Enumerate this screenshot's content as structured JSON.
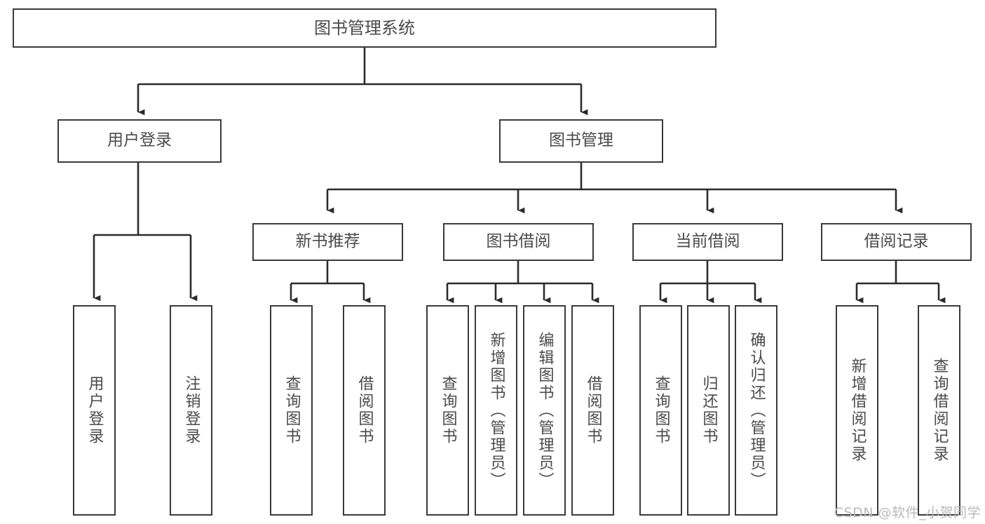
{
  "diagram": {
    "title": "图书管理系统",
    "type": "tree-hierarchy",
    "orientation": "top-down",
    "watermark": "CSDN @软件_小贺同学",
    "colors": {
      "background": "#ffffff",
      "box_border": "#3a3a3a",
      "box_fill": "#ffffff",
      "text": "#4a4a4a",
      "edge": "#2b2b2b",
      "watermark": "#b9b9b9"
    }
  },
  "nodes": {
    "root": {
      "label": "图书管理系统"
    },
    "level2": [
      {
        "id": "user-login",
        "label": "用户登录"
      },
      {
        "id": "book-manage",
        "label": "图书管理"
      }
    ],
    "level3": [
      {
        "id": "new-book-recommend",
        "label": "新书推荐"
      },
      {
        "id": "book-borrow",
        "label": "图书借阅"
      },
      {
        "id": "current-borrow",
        "label": "当前借阅"
      },
      {
        "id": "borrow-record",
        "label": "借阅记录"
      }
    ],
    "leaves": {
      "user_login": [
        {
          "id": "leaf-user-login",
          "label": "用户登录"
        },
        {
          "id": "leaf-logout-login",
          "label": "注销登录"
        }
      ],
      "new_book_recommend": [
        {
          "id": "leaf-query-book-1",
          "label": "查询图书"
        },
        {
          "id": "leaf-borrow-book-1",
          "label": "借阅图书"
        }
      ],
      "book_borrow": [
        {
          "id": "leaf-query-book-2",
          "label": "查询图书"
        },
        {
          "id": "leaf-add-book",
          "label": "新增图书（管理员）"
        },
        {
          "id": "leaf-edit-book",
          "label": "编辑图书（管理员）"
        },
        {
          "id": "leaf-borrow-book-2",
          "label": "借阅图书"
        }
      ],
      "current_borrow": [
        {
          "id": "leaf-query-book-3",
          "label": "查询图书"
        },
        {
          "id": "leaf-return-book",
          "label": "归还图书"
        },
        {
          "id": "leaf-confirm-return",
          "label": "确认归还（管理员）"
        }
      ],
      "borrow_record": [
        {
          "id": "leaf-add-record",
          "label": "新增借阅记录"
        },
        {
          "id": "leaf-query-record",
          "label": "查询借阅记录"
        }
      ]
    }
  },
  "chart_data": {
    "type": "tree",
    "title": "图书管理系统",
    "edges": [
      {
        "from": "图书管理系统",
        "to": "用户登录"
      },
      {
        "from": "图书管理系统",
        "to": "图书管理"
      },
      {
        "from": "用户登录",
        "to": "用户登录"
      },
      {
        "from": "用户登录",
        "to": "注销登录"
      },
      {
        "from": "图书管理",
        "to": "新书推荐"
      },
      {
        "from": "图书管理",
        "to": "图书借阅"
      },
      {
        "from": "图书管理",
        "to": "当前借阅"
      },
      {
        "from": "图书管理",
        "to": "借阅记录"
      },
      {
        "from": "新书推荐",
        "to": "查询图书"
      },
      {
        "from": "新书推荐",
        "to": "借阅图书"
      },
      {
        "from": "图书借阅",
        "to": "查询图书"
      },
      {
        "from": "图书借阅",
        "to": "新增图书（管理员）"
      },
      {
        "from": "图书借阅",
        "to": "编辑图书（管理员）"
      },
      {
        "from": "图书借阅",
        "to": "借阅图书"
      },
      {
        "from": "当前借阅",
        "to": "查询图书"
      },
      {
        "from": "当前借阅",
        "to": "归还图书"
      },
      {
        "from": "当前借阅",
        "to": "确认归还（管理员）"
      },
      {
        "from": "借阅记录",
        "to": "新增借阅记录"
      },
      {
        "from": "借阅记录",
        "to": "查询借阅记录"
      }
    ],
    "depth": 4,
    "node_count": 20
  }
}
